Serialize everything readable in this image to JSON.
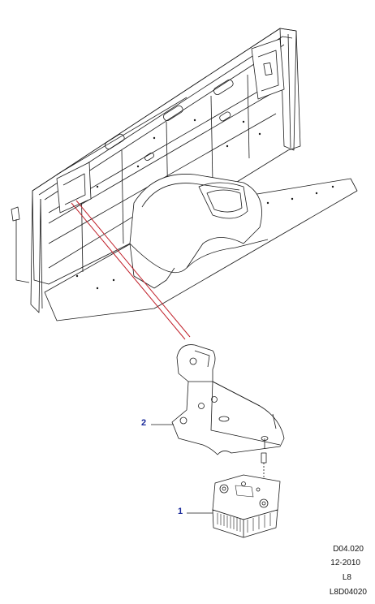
{
  "callouts": {
    "part1": "1",
    "part2": "2"
  },
  "footer": {
    "code": "D04.020",
    "date": "12-2010",
    "model": "L8",
    "ref": "L8D04020"
  },
  "colors": {
    "line": "#1a1a1a",
    "callout": "#1a2a9a",
    "leader": "#c0202a"
  }
}
